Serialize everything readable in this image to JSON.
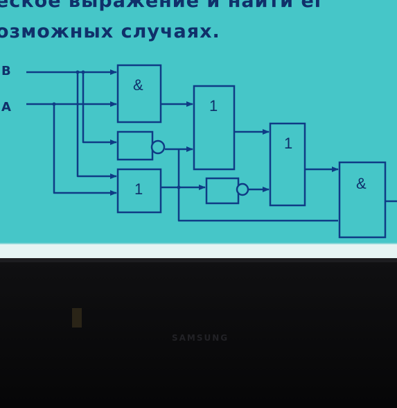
{
  "heading": {
    "line1": "еское выражение и найти ег",
    "line2": "озможных случаях."
  },
  "inputs": {
    "b": "В",
    "a": "А"
  },
  "gates": {
    "and_top": "&",
    "or_mid": "1",
    "or_low": "1",
    "or_right": "1",
    "and_final": "&"
  },
  "monitor": {
    "brand": "SAMSUNG"
  },
  "colors": {
    "screen_background": "#46c6c8",
    "wire": "#0f3b85",
    "text": "#10306a"
  }
}
